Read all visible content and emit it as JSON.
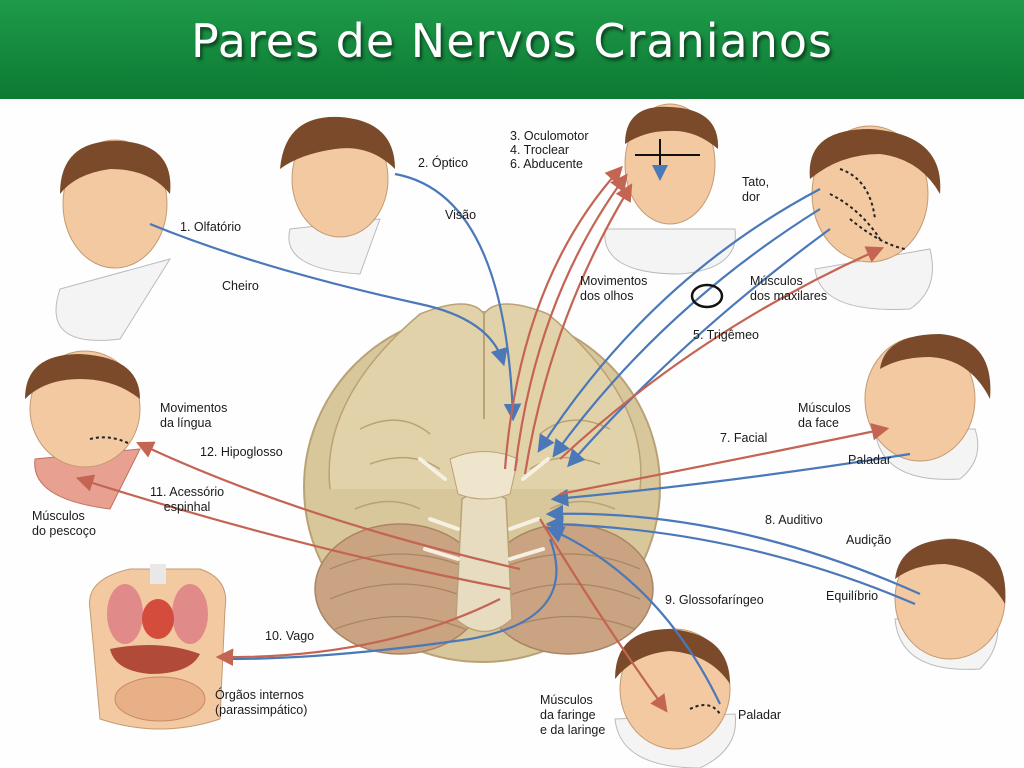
{
  "title": "Pares de Nervos Cranianos",
  "colors": {
    "header": "#13883f",
    "sensory": "#4a78b8",
    "motor": "#c46452",
    "brain": "#d9c79c",
    "skin": "#f2c9a0",
    "hair": "#7a4a2a"
  },
  "nerves": {
    "n1": "1. Olfatório",
    "n2": "2. Óptico",
    "n3": "3. Oculomotor",
    "n4": "4. Troclear",
    "n6": "6. Abducente",
    "n5": "5. Trigêmeo",
    "n7": "7. Facial",
    "n8": "8. Auditivo",
    "n9": "9. Glossofaríngeo",
    "n10": "10. Vago",
    "n11": "11. Acessório\nespinhal",
    "n12": "12. Hipoglosso"
  },
  "functions": {
    "cheiro": "Cheiro",
    "visao": "Visão",
    "movimentos_olhos": "Movimentos\ndos olhos",
    "tato": "Tato,\ndor",
    "musculos_maxilares": "Músculos\ndos maxilares",
    "musculos_face": "Músculos\nda face",
    "paladar_face": "Paladar",
    "audicao": "Audição",
    "equilibrio": "Equilíbrio",
    "paladar_garganta": "Paladar",
    "musculos_faringe": "Músculos\nda faringe\ne da laringe",
    "orgaos_internos": "Órgãos internos\n(parassimpático)",
    "movimentos_lingua": "Movimentos\nda língua",
    "musculos_pescoco": "Músculos\ndo pescoço"
  }
}
